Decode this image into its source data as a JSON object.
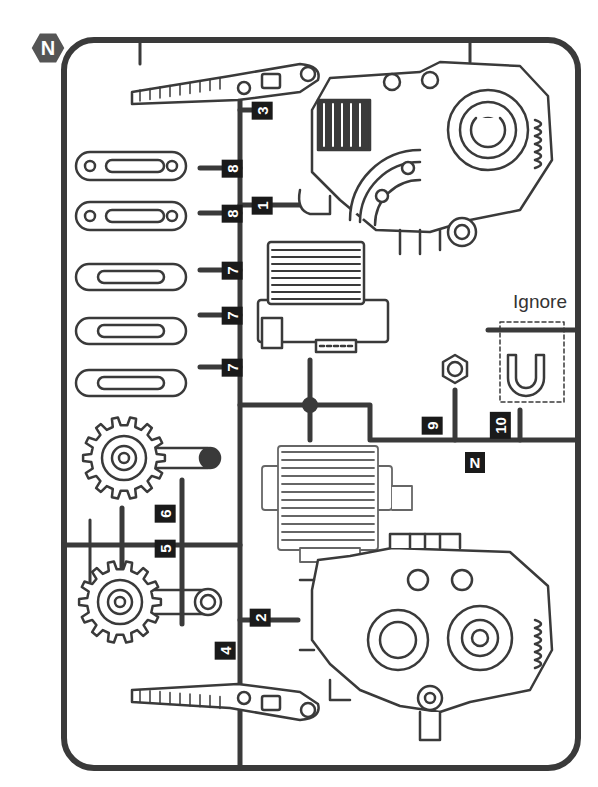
{
  "diagram": {
    "labels": [
      "N",
      "3",
      "8",
      "1",
      "8",
      "7",
      "7",
      "7",
      "Ignore",
      "9",
      "10",
      "N",
      "6",
      "5",
      "2",
      "4"
    ]
  }
}
